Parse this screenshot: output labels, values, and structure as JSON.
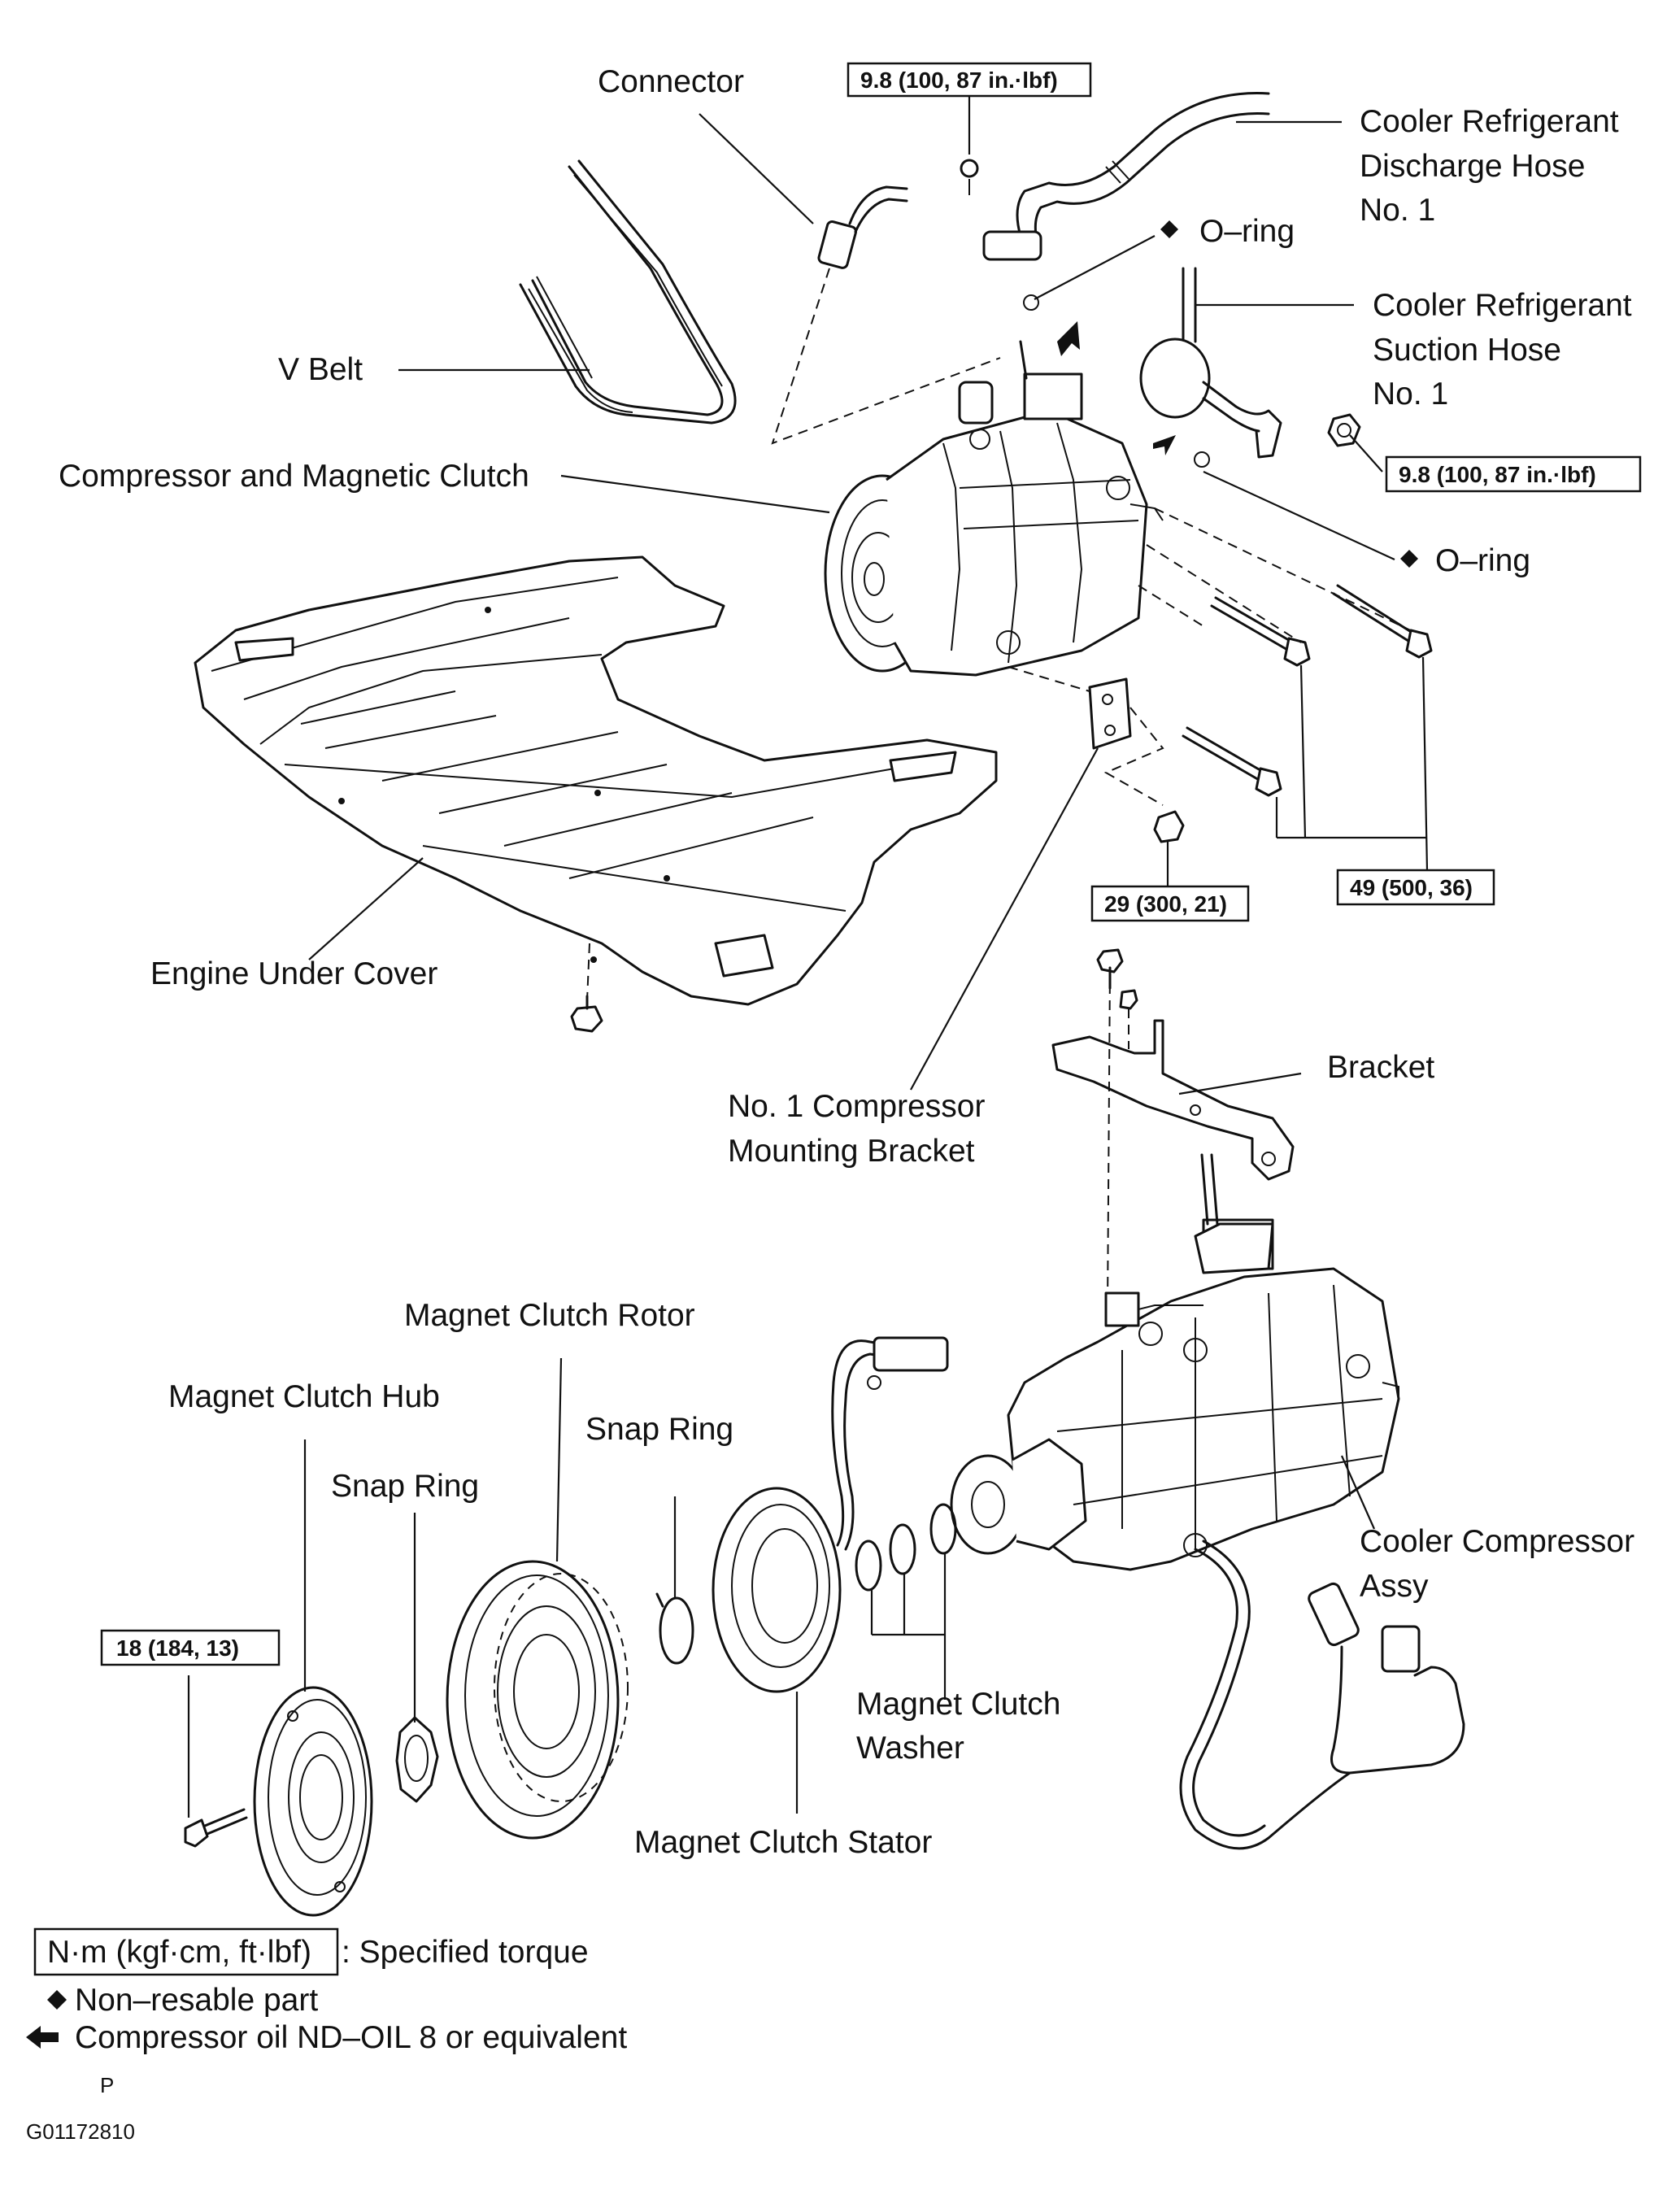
{
  "labels": {
    "connector": "Connector",
    "discharge_hose": [
      "Cooler Refrigerant",
      "Discharge Hose",
      "No. 1"
    ],
    "o_ring_top": "O–ring",
    "suction_hose": [
      "Cooler Refrigerant",
      "Suction Hose",
      "No. 1"
    ],
    "v_belt": "V Belt",
    "compressor_clutch": "Compressor and Magnetic Clutch",
    "o_ring_right": "O–ring",
    "engine_under_cover": "Engine Under Cover",
    "bracket": "Bracket",
    "no1_bracket": [
      "No. 1 Compressor",
      "Mounting Bracket"
    ],
    "magnet_clutch_rotor": "Magnet Clutch Rotor",
    "magnet_clutch_hub": "Magnet Clutch Hub",
    "snap_ring_upper": "Snap Ring",
    "snap_ring_lower": "Snap Ring",
    "cooler_compressor": [
      "Cooler Compressor",
      "Assy"
    ],
    "magnet_clutch_washer": [
      "Magnet Clutch",
      "Washer"
    ],
    "magnet_clutch_stator": "Magnet Clutch Stator"
  },
  "torques": {
    "discharge_bolt": "9.8 (100, 87 in.·lbf)",
    "suction_nut": "9.8 (100, 87 in.·lbf)",
    "bracket_nut": "29 (300, 21)",
    "compressor_bolts": "49 (500, 36)",
    "hub_bolt": "18 (184, 13)"
  },
  "legend": {
    "torque_box": "N·m (kgf·cm, ft·lbf)",
    "torque_text": ": Specified torque",
    "non_reusable": "Non–resable part",
    "oil": "Compressor oil ND–OIL 8 or equivalent",
    "p": "P"
  },
  "figure_id": "G01172810"
}
